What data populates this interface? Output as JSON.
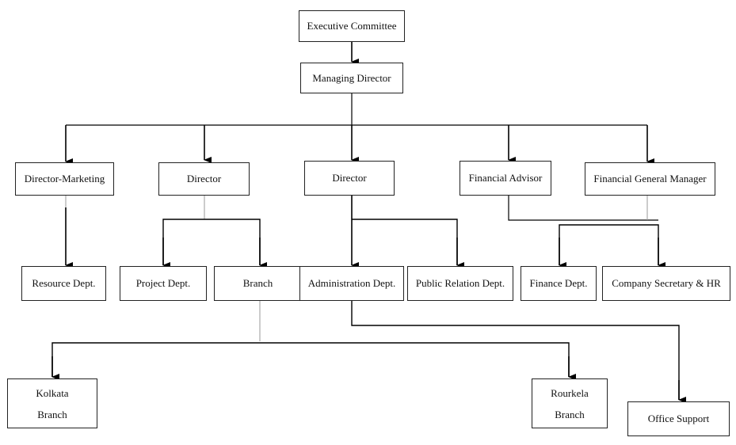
{
  "nodes": {
    "executive_committee": "Executive Committee",
    "managing_director": "Managing Director",
    "director_marketing": "Director-Marketing",
    "director_1": "Director",
    "director_2": "Director",
    "financial_advisor": "Financial Advisor",
    "financial_general_manager": "Financial General Manager",
    "resource_dept": "Resource Dept.",
    "project_dept": "Project Dept.",
    "branch": "Branch",
    "administration_dept": "Administration Dept.",
    "public_relation_dept": "Public Relation Dept.",
    "finance_dept": "Finance Dept.",
    "company_secretary_hr": "Company Secretary & HR",
    "kolkata_branch_line1": "Kolkata",
    "kolkata_branch_line2": "Branch",
    "rourkela_branch_line1": "Rourkela",
    "rourkela_branch_line2": "Branch",
    "office_support": "Office Support"
  },
  "colors": {
    "line": "#000000",
    "box_border": "#222222",
    "background": "#ffffff"
  }
}
